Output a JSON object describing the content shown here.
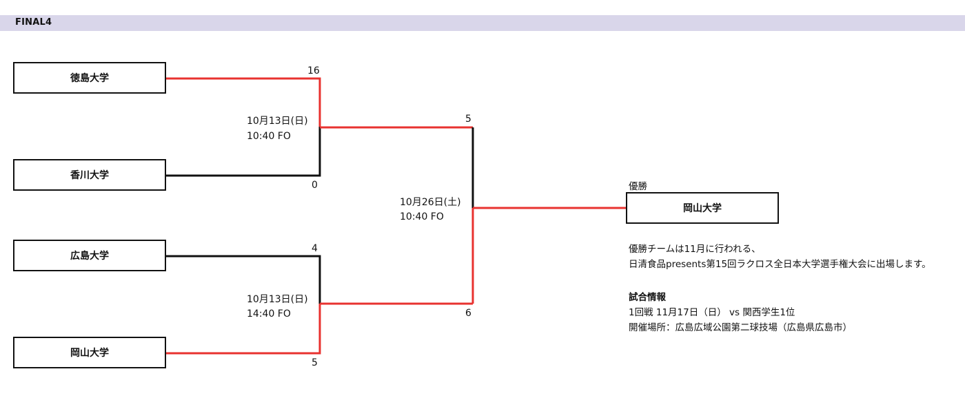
{
  "header": {
    "title": "FINAL4"
  },
  "teams": {
    "tokushima": "徳島大学",
    "kagawa": "香川大学",
    "hiroshima": "広島大学",
    "okayama": "岡山大学"
  },
  "semifinal_1": {
    "date": "10月13日(日)",
    "time": "10:40 FO",
    "score_top": "16",
    "score_bottom": "0"
  },
  "semifinal_2": {
    "date": "10月13日(日)",
    "time": "14:40 FO",
    "score_top": "4",
    "score_bottom": "5"
  },
  "final": {
    "date": "10月26日(土)",
    "time": "10:40 FO",
    "score_top": "5",
    "score_bottom": "6"
  },
  "champion": {
    "label": "優勝",
    "team": "岡山大学"
  },
  "info": {
    "line1": "優勝チームは11月に行われる、",
    "line2": "日清食品presents第15回ラクロス全日本大学選手権大会に出場します。",
    "heading": "試合情報",
    "match": "1回戦 11月17日（日） vs 関西学生1位",
    "venue": "開催場所：広島広域公園第二球技場（広島県広島市）"
  },
  "colors": {
    "win_line": "#e8322f",
    "lose_line": "#111111",
    "header_bg": "#d9d6ea"
  }
}
